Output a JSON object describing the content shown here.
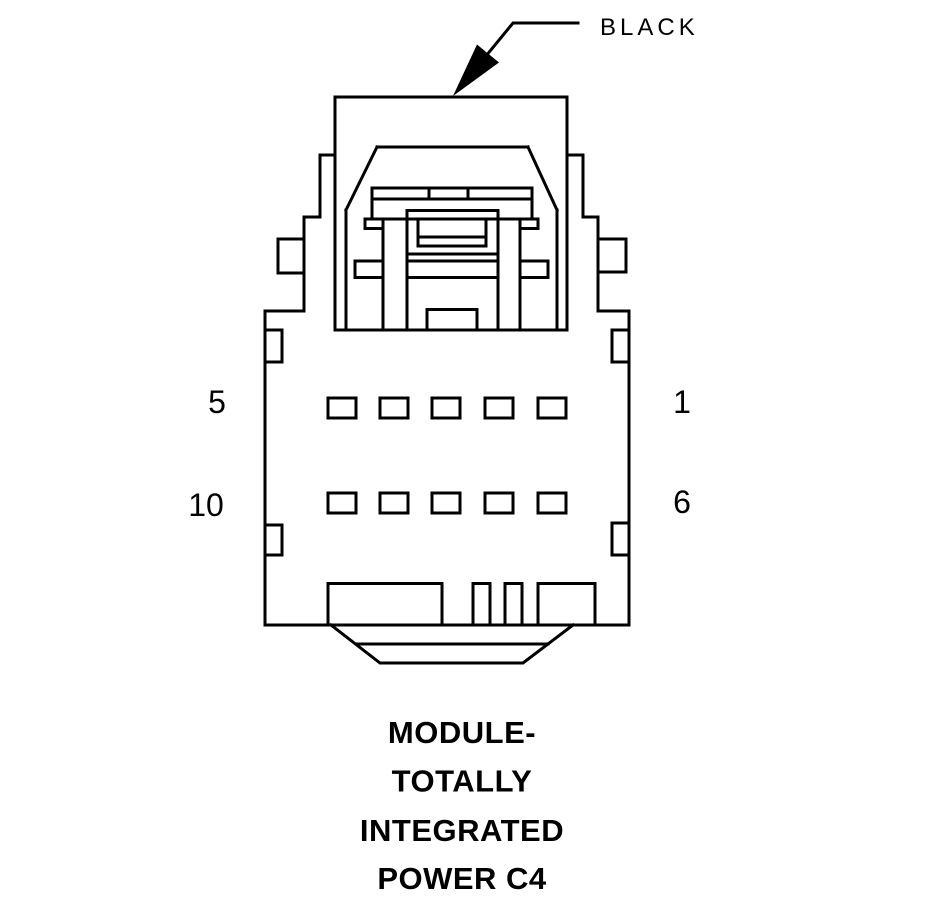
{
  "colors": {
    "line": "#000000",
    "background": "#ffffff"
  },
  "callout": {
    "label": "BLACK"
  },
  "pin_labels": {
    "row1_left": "5",
    "row1_right": "1",
    "row2_left": "10",
    "row2_right": "6"
  },
  "caption": {
    "lines": [
      "MODULE-",
      "TOTALLY",
      "INTEGRATED",
      "POWER C4"
    ]
  },
  "connector": {
    "pin_rows": 2,
    "pins_per_row": 5,
    "housing_color": "BLACK"
  }
}
